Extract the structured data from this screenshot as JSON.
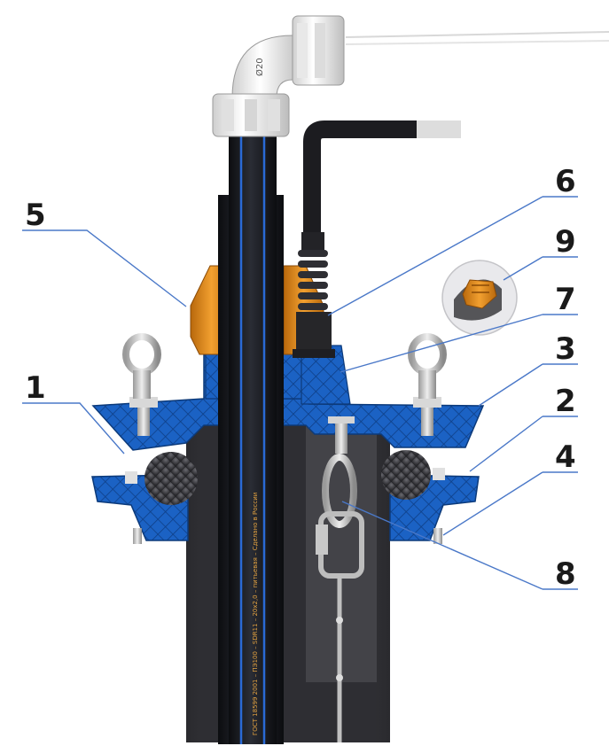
{
  "colors": {
    "body_blue": "#1b62c4",
    "dark_blue": "#0f3f86",
    "nut_orange": "#e08a17",
    "pipe_black": "#1a1c22",
    "tube_gray": "#3a3a3f",
    "seal_gray": "#5a5a5e",
    "steel": "#c8c8c8",
    "fitting_white": "#f0f0f0",
    "leader_blue": "#4a78c8"
  },
  "elbow_mark": "Ø20",
  "pipe_stripe_text": "ГОСТ 18599 2001 – ПЭ100 – SDR11 – 20x2,0 – питьевая – Сделано в России",
  "callouts": [
    {
      "label": "1"
    },
    {
      "label": "2"
    },
    {
      "label": "3"
    },
    {
      "label": "4"
    },
    {
      "label": "5"
    },
    {
      "label": "6"
    },
    {
      "label": "7"
    },
    {
      "label": "8"
    },
    {
      "label": "9"
    }
  ]
}
